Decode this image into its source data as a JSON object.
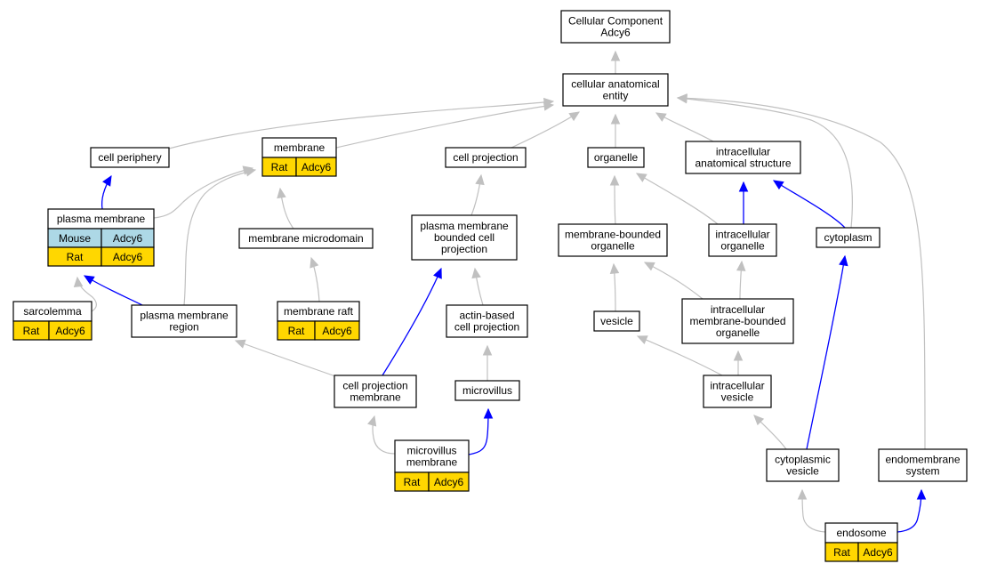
{
  "colors": {
    "mouse": "#add8e6",
    "rat": "#ffd700",
    "edge_is_a": "#c0c0c0",
    "edge_part_of": "#0000ff",
    "node_fill": "#ffffff",
    "node_stroke": "#000000"
  },
  "nodes": {
    "root": {
      "lines": [
        "Cellular Component",
        "Adcy6"
      ]
    },
    "cae": {
      "lines": [
        "cellular anatomical",
        "entity"
      ]
    },
    "cellper": {
      "lines": [
        "cell periphery"
      ]
    },
    "membrane": {
      "lines": [
        "membrane"
      ],
      "annotations": [
        [
          "Rat",
          "Adcy6"
        ]
      ]
    },
    "cellproj": {
      "lines": [
        "cell projection"
      ]
    },
    "organelle": {
      "lines": [
        "organelle"
      ]
    },
    "ias": {
      "lines": [
        "intracellular",
        "anatomical structure"
      ]
    },
    "pm": {
      "lines": [
        "plasma membrane"
      ],
      "annotations": [
        [
          "Mouse",
          "Adcy6"
        ],
        [
          "Rat",
          "Adcy6"
        ]
      ]
    },
    "memmicro": {
      "lines": [
        "membrane microdomain"
      ]
    },
    "pmbcp": {
      "lines": [
        "plasma membrane",
        "bounded cell",
        "projection"
      ]
    },
    "mbo": {
      "lines": [
        "membrane-bounded",
        "organelle"
      ]
    },
    "io": {
      "lines": [
        "intracellular",
        "organelle"
      ]
    },
    "cytoplasm": {
      "lines": [
        "cytoplasm"
      ]
    },
    "sarco": {
      "lines": [
        "sarcolemma"
      ],
      "annotations": [
        [
          "Rat",
          "Adcy6"
        ]
      ]
    },
    "pmr": {
      "lines": [
        "plasma membrane",
        "region"
      ]
    },
    "raft": {
      "lines": [
        "membrane raft"
      ],
      "annotations": [
        [
          "Rat",
          "Adcy6"
        ]
      ]
    },
    "abcp": {
      "lines": [
        "actin-based",
        "cell projection"
      ]
    },
    "vesicle": {
      "lines": [
        "vesicle"
      ]
    },
    "imbo": {
      "lines": [
        "intracellular",
        "membrane-bounded",
        "organelle"
      ]
    },
    "cpm": {
      "lines": [
        "cell projection",
        "membrane"
      ]
    },
    "microvillus": {
      "lines": [
        "microvillus"
      ]
    },
    "iv": {
      "lines": [
        "intracellular",
        "vesicle"
      ]
    },
    "mvm": {
      "lines": [
        "microvillus",
        "membrane"
      ],
      "annotations": [
        [
          "Rat",
          "Adcy6"
        ]
      ]
    },
    "cv": {
      "lines": [
        "cytoplasmic",
        "vesicle"
      ]
    },
    "ems": {
      "lines": [
        "endomembrane",
        "system"
      ]
    },
    "endosome": {
      "lines": [
        "endosome"
      ],
      "annotations": [
        [
          "Rat",
          "Adcy6"
        ]
      ]
    }
  },
  "edges": [
    {
      "from": "cae",
      "to": "root",
      "type": "is_a"
    },
    {
      "from": "cellper",
      "to": "cae",
      "type": "is_a"
    },
    {
      "from": "membrane",
      "to": "cae",
      "type": "is_a"
    },
    {
      "from": "cellproj",
      "to": "cae",
      "type": "is_a"
    },
    {
      "from": "organelle",
      "to": "cae",
      "type": "is_a"
    },
    {
      "from": "ias",
      "to": "cae",
      "type": "is_a"
    },
    {
      "from": "cytoplasm",
      "to": "cae",
      "type": "is_a"
    },
    {
      "from": "ems",
      "to": "cae",
      "type": "is_a"
    },
    {
      "from": "pm",
      "to": "cellper",
      "type": "part_of"
    },
    {
      "from": "pm",
      "to": "membrane",
      "type": "is_a"
    },
    {
      "from": "memmicro",
      "to": "membrane",
      "type": "is_a"
    },
    {
      "from": "pmr",
      "to": "membrane",
      "type": "is_a"
    },
    {
      "from": "pmbcp",
      "to": "cellproj",
      "type": "is_a"
    },
    {
      "from": "mbo",
      "to": "organelle",
      "type": "is_a"
    },
    {
      "from": "io",
      "to": "organelle",
      "type": "is_a"
    },
    {
      "from": "io",
      "to": "ias",
      "type": "part_of"
    },
    {
      "from": "cytoplasm",
      "to": "ias",
      "type": "part_of"
    },
    {
      "from": "sarco",
      "to": "pm",
      "type": "is_a"
    },
    {
      "from": "pmr",
      "to": "pm",
      "type": "part_of"
    },
    {
      "from": "raft",
      "to": "memmicro",
      "type": "is_a"
    },
    {
      "from": "abcp",
      "to": "pmbcp",
      "type": "is_a"
    },
    {
      "from": "imbo",
      "to": "mbo",
      "type": "is_a"
    },
    {
      "from": "imbo",
      "to": "io",
      "type": "is_a"
    },
    {
      "from": "vesicle",
      "to": "mbo",
      "type": "is_a"
    },
    {
      "from": "cpm",
      "to": "pmr",
      "type": "is_a"
    },
    {
      "from": "cpm",
      "to": "pmbcp",
      "type": "part_of"
    },
    {
      "from": "microvillus",
      "to": "abcp",
      "type": "is_a"
    },
    {
      "from": "iv",
      "to": "vesicle",
      "type": "is_a"
    },
    {
      "from": "iv",
      "to": "imbo",
      "type": "is_a"
    },
    {
      "from": "mvm",
      "to": "cpm",
      "type": "is_a"
    },
    {
      "from": "mvm",
      "to": "microvillus",
      "type": "part_of"
    },
    {
      "from": "cv",
      "to": "iv",
      "type": "is_a"
    },
    {
      "from": "cv",
      "to": "cytoplasm",
      "type": "part_of"
    },
    {
      "from": "endosome",
      "to": "cv",
      "type": "is_a"
    },
    {
      "from": "endosome",
      "to": "ems",
      "type": "part_of"
    }
  ]
}
